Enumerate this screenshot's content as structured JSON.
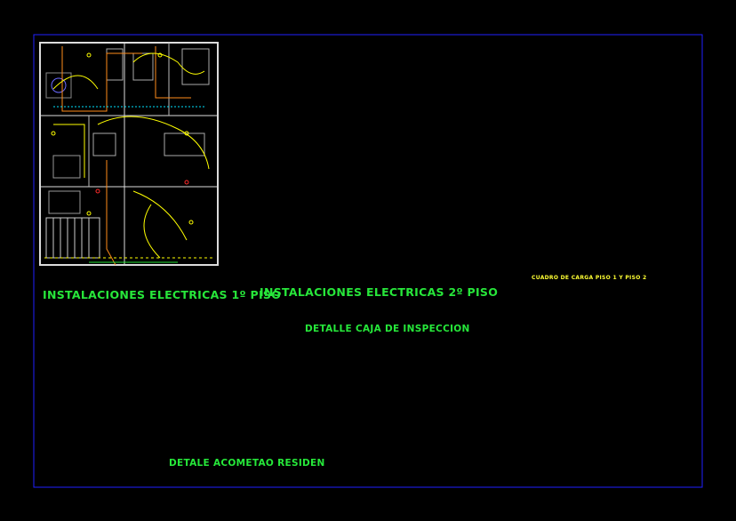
{
  "drawing": {
    "plan1_title": "INSTALACIONES ELECTRICAS 1º PISO",
    "plan2_title": "INSTALACIONES ELECTRICAS 2º PISO",
    "detail_inspection_title": "DETALLE CAJA DE INSPECCION",
    "detail_service_title": "DETALE ACOMETAO RESIDEN",
    "load_table_title": "CUADRO DE CARGA PISO 1 Y PISO 2",
    "colors": {
      "frame": "#1a1aff",
      "walls": "#e8e8e8",
      "circuits": "#ffff00",
      "secondary": "#ff8c1a",
      "cyan": "#00e5ff",
      "green": "#22dd33",
      "red": "#ff2a2a",
      "magenta": "#ff33ff",
      "blue": "#3a3aff"
    },
    "legend_rows": 21,
    "load_table_rows": 5
  }
}
